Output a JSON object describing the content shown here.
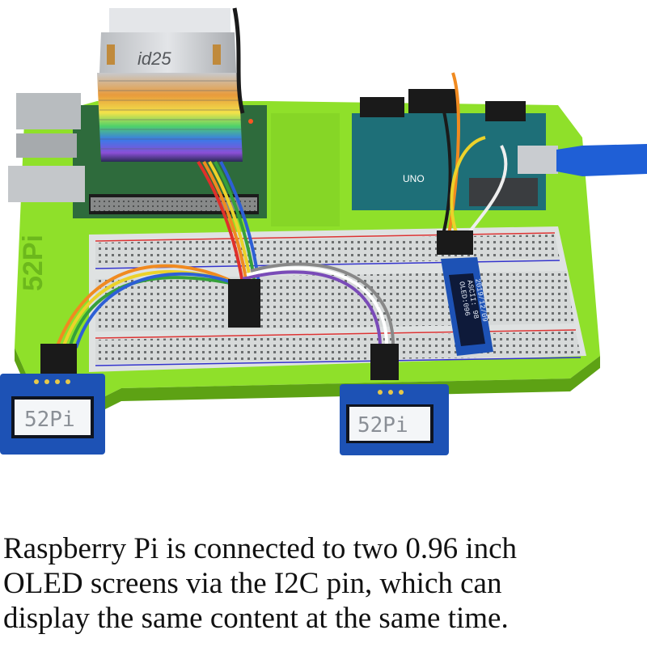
{
  "photo": {
    "heatsink_logo": "id25",
    "board_logo": "52Pi",
    "oled_screen_left": "52Pi",
    "oled_screen_right": "52Pi",
    "vertical_oled_text": [
      "2019/12/09",
      "ASCII: 98",
      "OLED:096"
    ],
    "arduino_label": "UNO",
    "colors": {
      "board_green": "#8fe02a",
      "usb_cable_blue": "#1f5fd6",
      "breadboard_white": "#d9dcdc",
      "oled_blue": "#1d52b5"
    }
  },
  "caption": {
    "line1": "Raspberry Pi is connected to two 0.96 inch",
    "line2": "OLED screens via the I2C pin, which can",
    "line3": "display the same content at the same time."
  }
}
